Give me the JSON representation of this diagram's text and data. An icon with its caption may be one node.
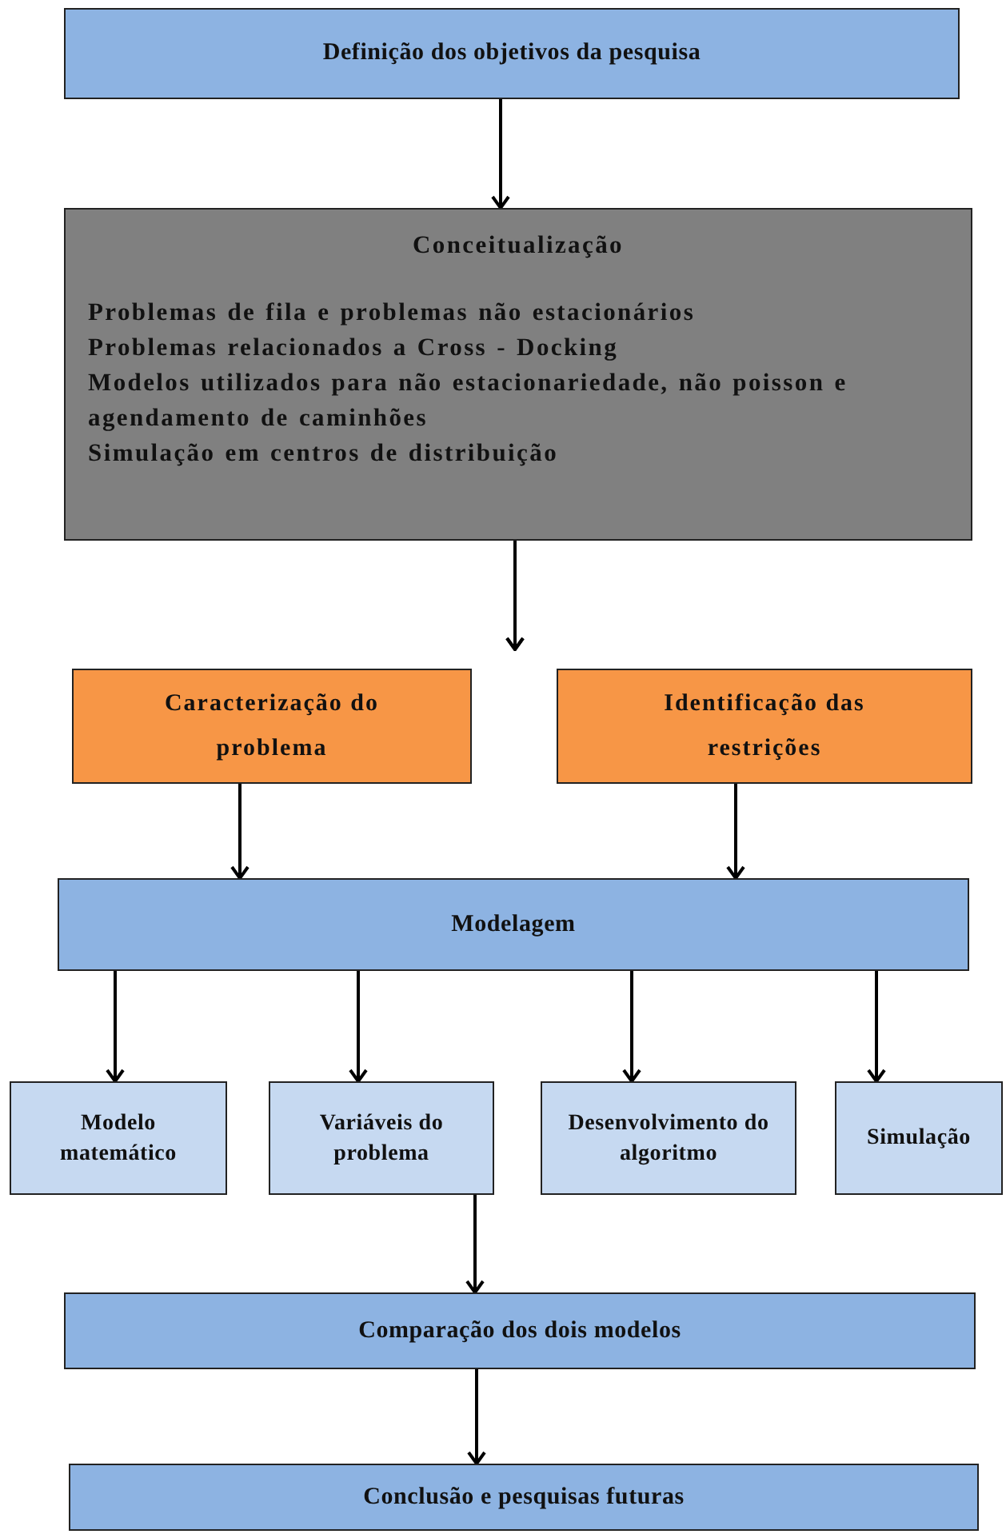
{
  "diagram": {
    "nodes": [
      {
        "text": [
          "Definição dos objetivos da pesquisa"
        ]
      },
      {
        "text": [
          "Conceitualização",
          "Problemas de fila e problemas não estacionários",
          "Problemas relacionados a Cross - Docking",
          "Modelos utilizados para não estacionariedade, não poisson e agendamento de caminhões",
          "Simulação em centros de distribuição"
        ]
      },
      {
        "text": [
          "Caracterização do problema"
        ]
      },
      {
        "text": [
          "Identificação das restrições"
        ]
      },
      {
        "text": [
          "Modelagem"
        ]
      },
      {
        "text": [
          "Modelo matemático"
        ]
      },
      {
        "text": [
          "Variáveis do problema"
        ]
      },
      {
        "text": [
          "Desenvolvimento do algoritmo"
        ]
      },
      {
        "text": [
          "Simulação"
        ]
      },
      {
        "text": [
          "Comparação dos dois modelos"
        ]
      },
      {
        "text": [
          "Conclusão e pesquisas futuras"
        ]
      }
    ],
    "edges": [
      {
        "from": 0,
        "to": 1,
        "arrow": "to"
      },
      {
        "from": 1,
        "to": 2,
        "arrow": "to"
      },
      {
        "from": 1,
        "to": 3,
        "arrow": "to"
      },
      {
        "from": 2,
        "to": 4,
        "arrow": "to"
      },
      {
        "from": 3,
        "to": 4,
        "arrow": "to"
      },
      {
        "from": 4,
        "to": 5,
        "arrow": "to"
      },
      {
        "from": 4,
        "to": 6,
        "arrow": "to"
      },
      {
        "from": 4,
        "to": 7,
        "arrow": "to"
      },
      {
        "from": 4,
        "to": 8,
        "arrow": "to"
      },
      {
        "from": 6,
        "to": 9,
        "arrow": "to"
      },
      {
        "from": 9,
        "to": 10,
        "arrow": "to"
      }
    ]
  }
}
